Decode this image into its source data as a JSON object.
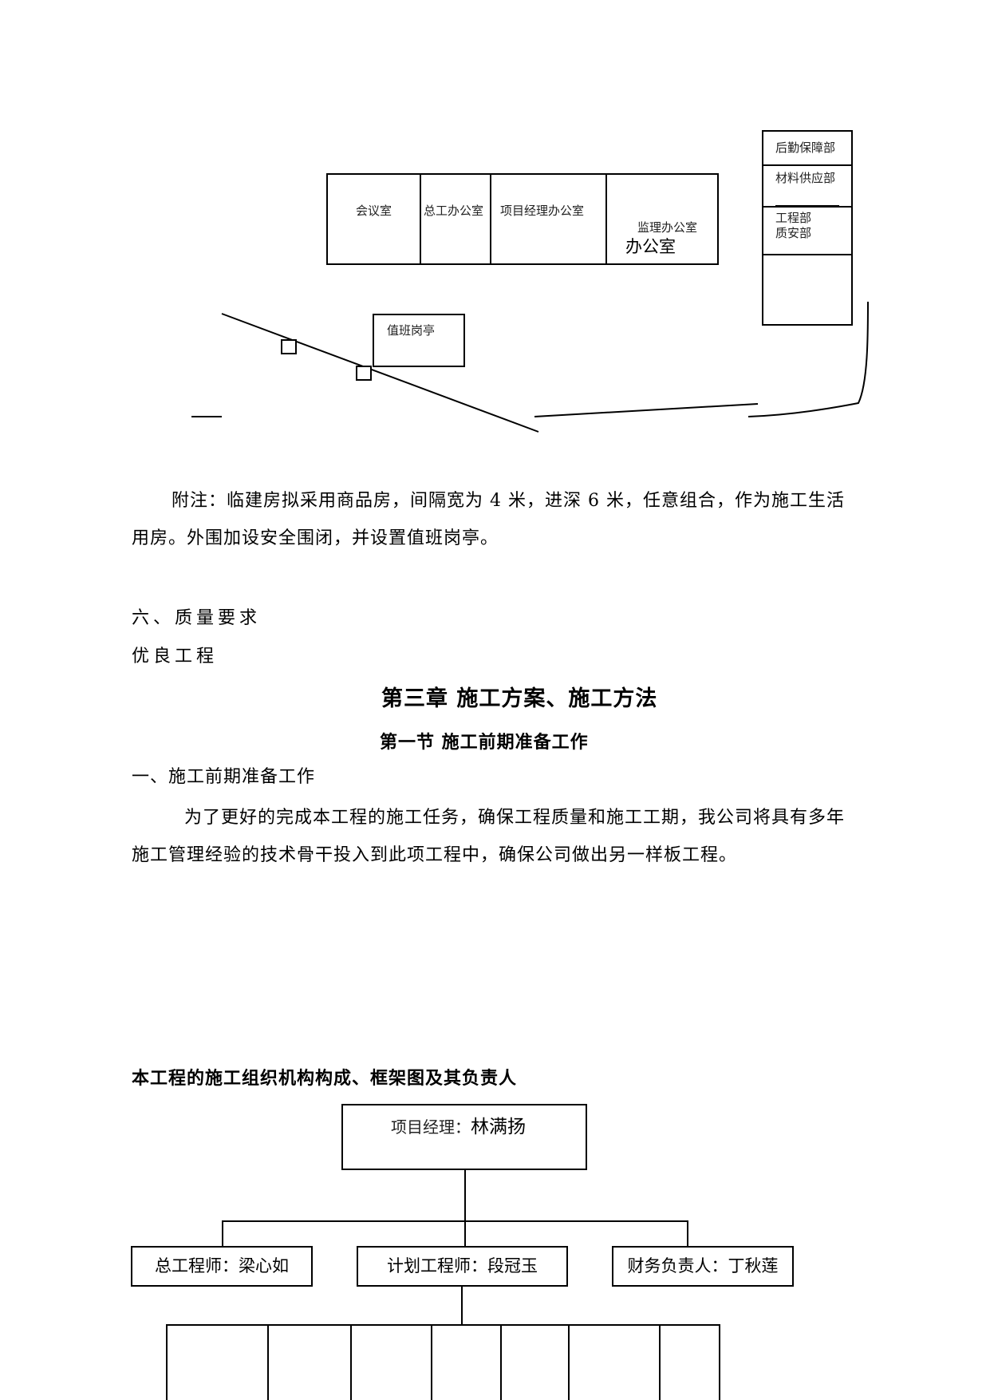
{
  "site_plan": {
    "meeting_room": "会议室",
    "chief_engineer_office": "总工办公室",
    "pm_office": "项目经理办公室",
    "supervision_office": "监理办公室",
    "office": "办公室",
    "logistics_dept": "后勤保障部",
    "materials_dept": "材料供应部",
    "engineering_dept": "工程部",
    "quality_safety_dept": "质安部",
    "guard_booth": "值班岗亭"
  },
  "note": {
    "text": "附注：临建房拟采用商品房，间隔宽为 4 米，进深 6 米，任意组合，作为施工生活用房。外围加设安全围闭，并设置值班岗亭。"
  },
  "section_six": {
    "heading": "六、质量要求",
    "value": "优良工程"
  },
  "chapter": {
    "title": "第三章  施工方案、施工方法",
    "section_title": "第一节  施工前期准备工作",
    "item_heading": "一、施工前期准备工作",
    "paragraph": "为了更好的完成本工程的施工任务，确保工程质量和施工工期，我公司将具有多年施工管理经验的技术骨干投入到此项工程中，确保公司做出另一样板工程。"
  },
  "org_chart": {
    "title": "本工程的施工组织机构构成、框架图及其负责人",
    "project_manager_label": "项目经理：",
    "project_manager_name": "林满扬",
    "chief_engineer": "总工程师：梁心如",
    "planning_engineer": "计划工程师：段冠玉",
    "finance_head": "财务负责人：丁秋莲"
  }
}
